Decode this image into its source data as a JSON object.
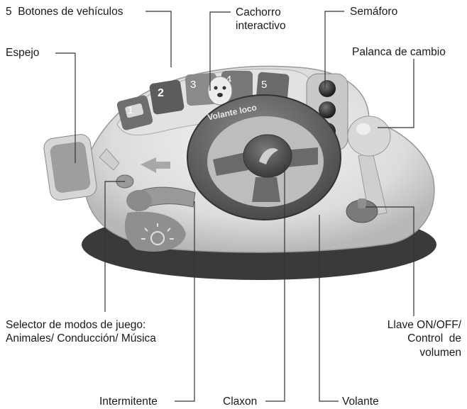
{
  "diagram": {
    "labels": {
      "vehicle_buttons": "5  Botones de vehículos",
      "puppy_line1": "Cachorro",
      "puppy_line2": "interactivo",
      "traffic_light": "Semáforo",
      "mirror": "Espejo",
      "gear_lever": "Palanca de cambio",
      "mode_selector_line1": "Selector de modos de juego:",
      "mode_selector_line2": "Animales/ Conducción/ Música",
      "key_line1": "Llave ON/OFF/",
      "key_line2": "Control  de",
      "key_line3": "volumen",
      "turn_signal": "Intermitente",
      "horn": "Claxon",
      "steering_wheel": "Volante"
    },
    "toy_text": {
      "wheel_brand": "Volante loco",
      "button_numbers": [
        "1",
        "2",
        "3",
        "4",
        "5"
      ]
    }
  }
}
